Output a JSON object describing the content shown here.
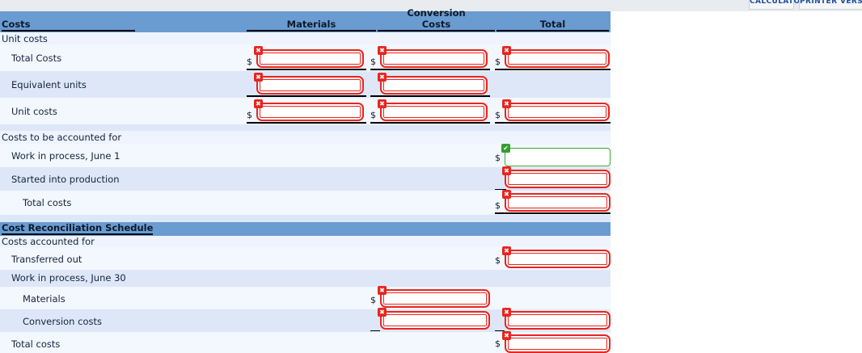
{
  "toolbar": {
    "calculator_label": "CALCULATOR",
    "printer_label": "PRINTER VERSION"
  },
  "colors": {
    "header_blue": "#6a9bd1",
    "row_light": "#eef3fd",
    "row_dark": "#dde7f8",
    "error_red": "#e8251f",
    "valid_green": "#3aa83a",
    "toolbar_strip": "#e8ecef"
  },
  "table": {
    "headers": {
      "costs": "Costs",
      "materials": "Materials",
      "conversion_line1": "Conversion",
      "conversion_line2": "Costs",
      "total": "Total"
    },
    "sections": [
      {
        "key": "unit_costs",
        "label": "Unit costs"
      },
      {
        "key": "costs_to_be_accounted_for",
        "label": "Costs to be accounted for"
      },
      {
        "key": "cost_reconciliation_schedule",
        "label": "Cost Reconciliation Schedule"
      },
      {
        "key": "costs_accounted_for",
        "label": "Costs accounted for"
      }
    ],
    "rows": {
      "total_costs_1": "Total Costs",
      "equivalent_units": "Equivalent units",
      "unit_costs": "Unit costs",
      "wip_june1": "Work in process, June 1",
      "started_into_production": "Started into production",
      "total_costs_2": "Total costs",
      "transferred_out": "Transferred out",
      "wip_june30": "Work in process, June 30",
      "materials": "Materials",
      "conversion_costs": "Conversion costs",
      "total_costs_3": "Total costs"
    },
    "currency_symbol": "$",
    "field_values": {
      "total_costs_materials": "",
      "total_costs_conversion": "",
      "total_costs_total": "",
      "equivalent_units_materials": "",
      "equivalent_units_conversion": "",
      "unit_costs_materials": "",
      "unit_costs_conversion": "",
      "unit_costs_total": "",
      "wip_june1_total": "",
      "started_into_production_total": "",
      "total_costs_2_total": "",
      "transferred_out_total": "",
      "materials_conversion_col": "",
      "conversion_costs_conv_col": "",
      "conversion_costs_total": "",
      "total_costs_3_total": ""
    },
    "badges": {
      "error": "✖",
      "valid": "✔"
    }
  }
}
